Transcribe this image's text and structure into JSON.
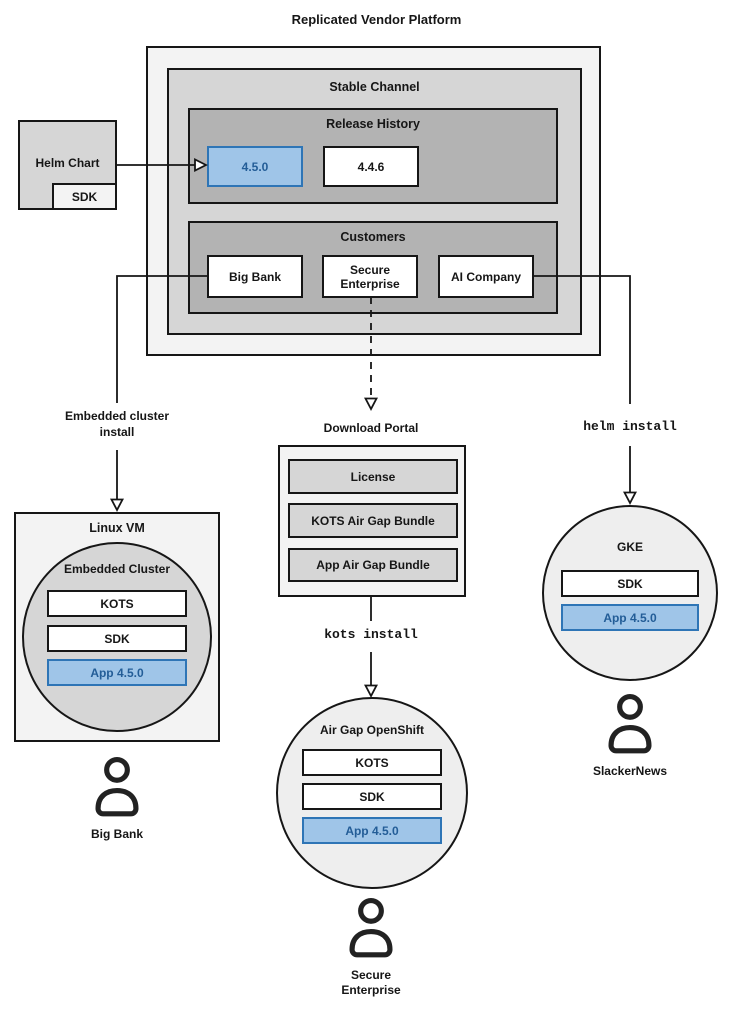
{
  "diagram_title": "Replicated Vendor Platform",
  "colors": {
    "highlight_fill": "#9fc5e8",
    "highlight_border": "#2e75b6",
    "highlight_text": "#235d97",
    "box_border": "#161616",
    "shade_light": "#f3f3f3",
    "shade_mid": "#d6d6d6",
    "shade_dark": "#b3b3b3"
  },
  "platform": {
    "stable_channel": {
      "label": "Stable Channel",
      "release_history": {
        "label": "Release History",
        "releases": [
          "4.5.0",
          "4.4.6"
        ]
      },
      "customers": {
        "label": "Customers",
        "items": [
          "Big Bank",
          "Secure Enterprise",
          "AI Company"
        ]
      }
    }
  },
  "helm_chart": {
    "label": "Helm Chart",
    "sdk": "SDK"
  },
  "big_bank_branch": {
    "edge_label": "Embedded cluster\ninstall",
    "vm_label": "Linux VM",
    "cluster_label": "Embedded Cluster",
    "components": [
      "KOTS",
      "SDK",
      "App 4.5.0"
    ],
    "user_label": "Big Bank"
  },
  "secure_enterprise_branch": {
    "portal_label": "Download Portal",
    "portal_items": [
      "License",
      "KOTS Air Gap Bundle",
      "App Air Gap Bundle"
    ],
    "edge_label": "kots install",
    "cluster_label": "Air Gap OpenShift",
    "components": [
      "KOTS",
      "SDK",
      "App 4.5.0"
    ],
    "user_label": "Secure\nEnterprise"
  },
  "ai_company_branch": {
    "edge_label": "helm install",
    "cluster_label": "GKE",
    "components": [
      "SDK",
      "App 4.5.0"
    ],
    "user_label": "SlackerNews"
  }
}
